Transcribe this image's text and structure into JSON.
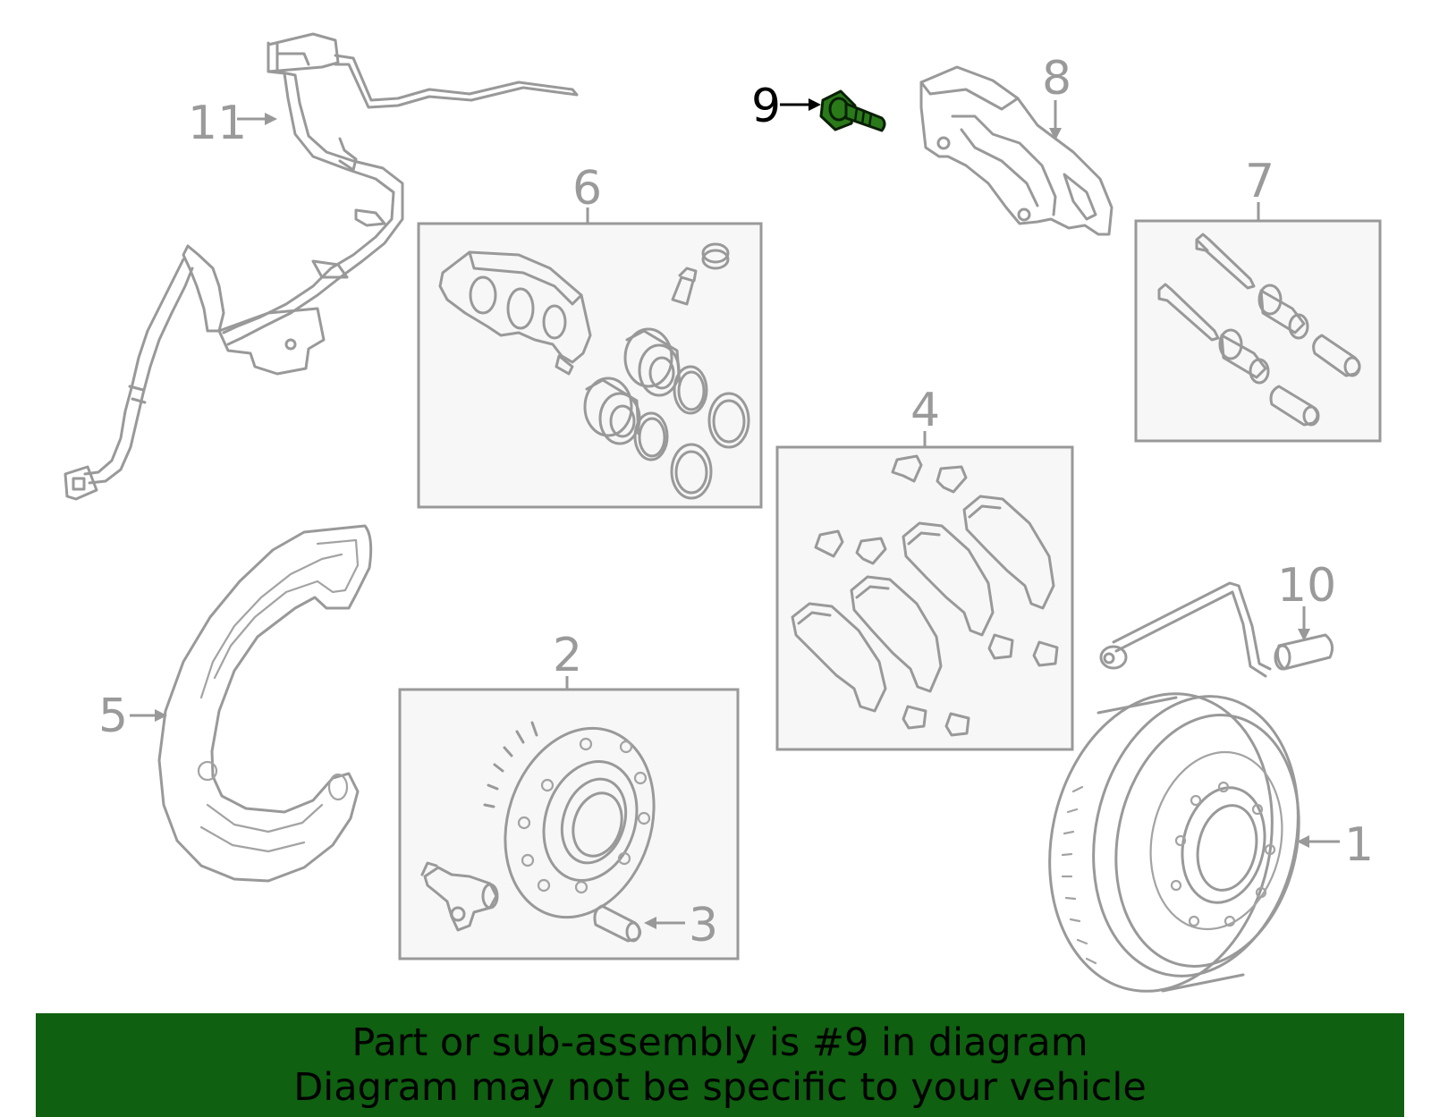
{
  "callouts": {
    "c1": "1",
    "c2": "2",
    "c3": "3",
    "c4": "4",
    "c5": "5",
    "c6": "6",
    "c7": "7",
    "c8": "8",
    "c9": "9",
    "c10": "10",
    "c11": "11"
  },
  "highlight": {
    "part": "9",
    "color": "#2a7a1a"
  },
  "banner": {
    "line1": "Part or sub-assembly is #9 in diagram",
    "line2": "Diagram may not be specific to your vehicle",
    "background": "#0f6010"
  }
}
